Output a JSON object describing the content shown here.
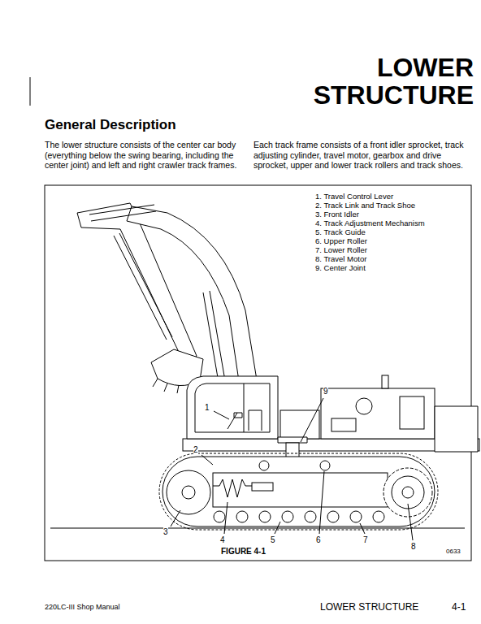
{
  "diagram": {
    "title": "LOWER STRUCTURE",
    "caption": "FIGURE 4-1",
    "labels": [
      "General Description",
      "The lower structure consists of the center car body (everything below the swing bearing, including the center joint) and left and right crawler track frames.",
      "Each track frame consists of a front idler sprocket, track adjusting cylinder, travel motor, gearbox and drive sprocket, upper and lower track rollers and track shoes.",
      "1. Travel Control Lever",
      "2. Track Link and Track Shoe",
      "3. Front Idler",
      "4. Track Adjustment Mechanism",
      "5. Track Guide",
      "6. Upper Roller",
      "7. Lower Roller",
      "8. Travel Motor",
      "9. Center Joint",
      "1",
      "2",
      "3",
      "4",
      "5",
      "6",
      "7",
      "8",
      "9",
      "0633",
      "220LC-III Shop Manual",
      "LOWER STRUCTURE",
      "4-1"
    ]
  }
}
